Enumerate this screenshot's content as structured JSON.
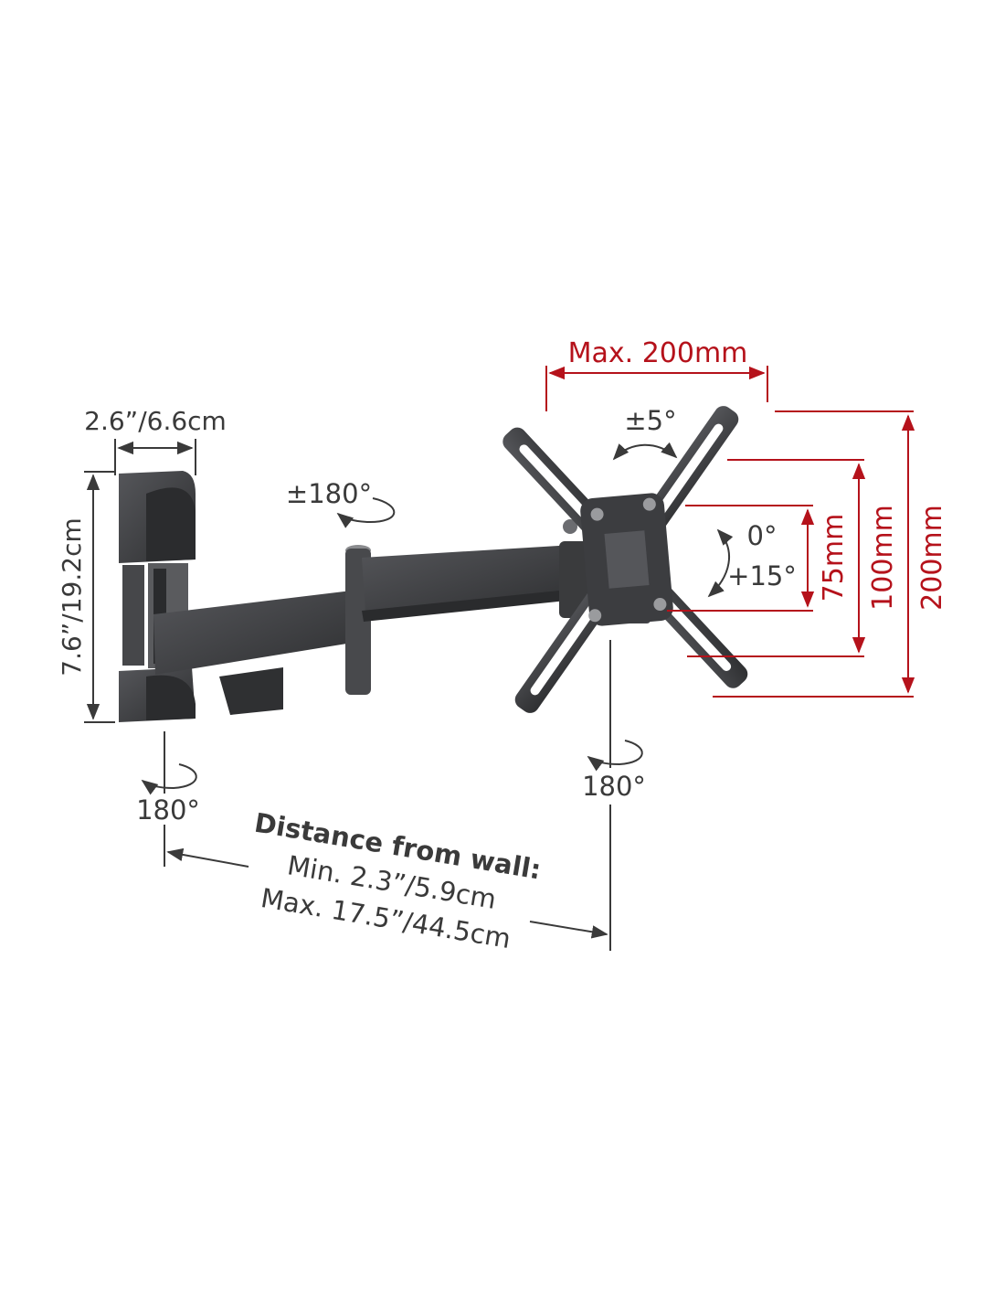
{
  "labels": {
    "wall_plate_width": "2.6”/6.6cm",
    "wall_plate_height": "7.6”/19.2cm",
    "arm_swivel": "±180°",
    "wall_swivel": "180°",
    "head_swivel": "180°",
    "rotation": "±5°",
    "tilt_top": "0°",
    "tilt_bottom": "+15°",
    "vesa_max_width": "Max. 200mm",
    "vesa_75": "75mm",
    "vesa_100": "100mm",
    "vesa_200": "200mm",
    "distance_title": "Distance from wall:",
    "distance_min": "Min. 2.3”/5.9cm",
    "distance_max": "Max. 17.5”/44.5cm"
  },
  "colors": {
    "dimension_red": "#b5121b",
    "dimension_gray": "#3a3a3a",
    "metal": "#3c3c3e"
  }
}
